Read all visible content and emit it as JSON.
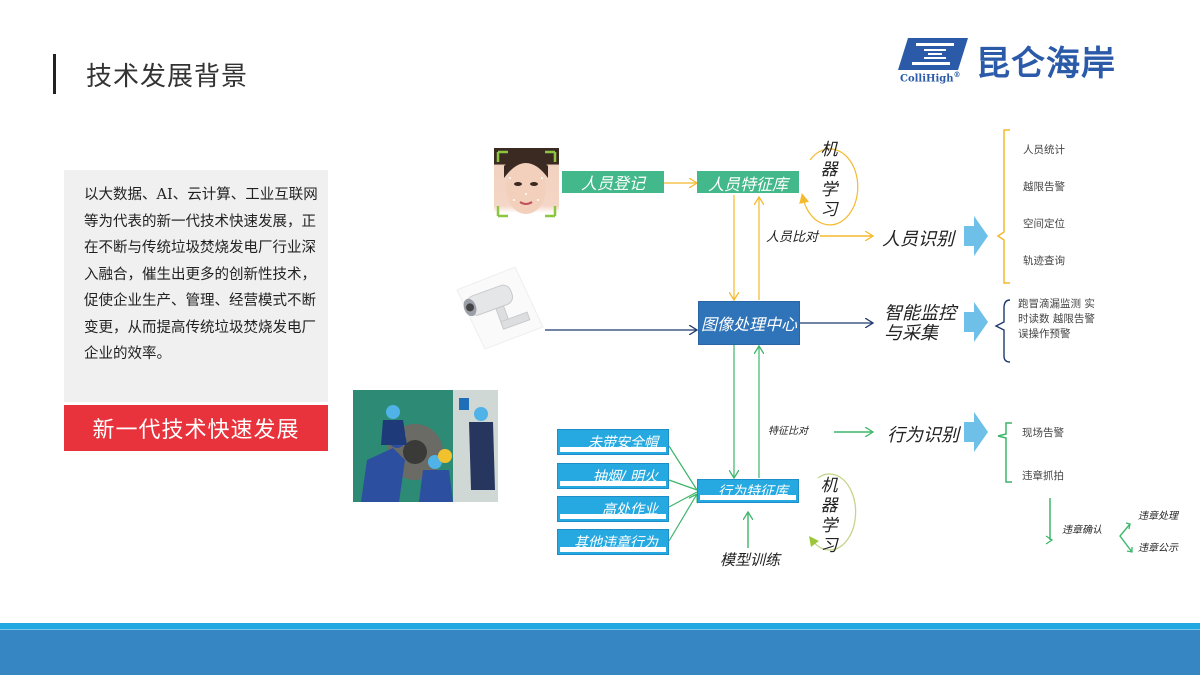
{
  "page": {
    "title": "技术发展背景"
  },
  "logo": {
    "brand_cn": "昆仑海岸",
    "brand_en": "ColliHigh",
    "registered": "®",
    "color": "#2a5aa8"
  },
  "intro": {
    "text": "以大数据、AI、云计算、工业互联网等为代表的新一代技术快速发展，正在不断与传统垃圾焚烧发电厂行业深入融合，催生出更多的创新性技术，促使企业生产、管理、经营模式不断变更，从而提高传统垃圾焚烧发电厂企业的效率。",
    "banner": "新一代技术快速发展",
    "banner_color": "#e8323c"
  },
  "diagram": {
    "person_branch": {
      "register": "人员登记",
      "feature_db": "人员特征库",
      "machine_learning": "机器学习",
      "compare": "人员比对",
      "recognition": "人员识别",
      "results": [
        "人员统计",
        "越限告警",
        "空间定位",
        "轨迹查询"
      ],
      "color": "#f5b92e"
    },
    "center": {
      "node": "图像处理中心",
      "monitor": "智能监控与采集",
      "monitor_line1": "智能监控",
      "monitor_line2": "与采集",
      "results": "跑冒滴漏监测 实时读数 越限告警 误操作预警",
      "color": "#2f73b8"
    },
    "behavior_branch": {
      "inputs": [
        "未带安全帽",
        "抽烟/ 明火",
        "高处作业",
        "其他违章行为"
      ],
      "feature_db": "行为特征库",
      "machine_learning": "机器学习",
      "model_training": "模型训练",
      "compare": "特征比对",
      "recognition": "行为识别",
      "results": [
        "现场告警",
        "违章抓拍"
      ],
      "confirm": "违章确认",
      "confirm_outcomes": [
        "违章处理",
        "违章公示"
      ],
      "color": "#3db66a"
    },
    "ml_chars": [
      "机",
      "器",
      "学",
      "习"
    ]
  },
  "colors": {
    "green_node": "#43b88a",
    "cyan_node": "#25a9e0",
    "arrow_blue": "#6ec0e8",
    "footer": "#3786c4",
    "footer_strip": "#22a8e0"
  }
}
